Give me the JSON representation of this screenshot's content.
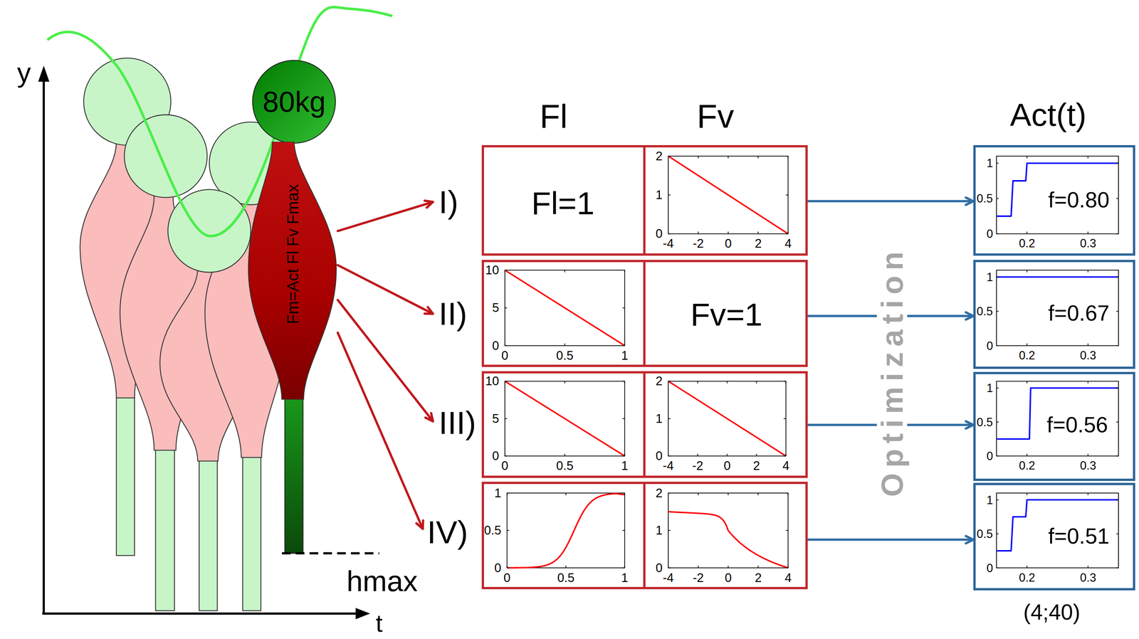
{
  "diagram": {
    "nodes": [
      {
        "text": [
          "80kg"
        ]
      },
      {
        "text": [
          "Fm=Act Fl Fv Fmax"
        ]
      },
      {
        "text": [
          "I)",
          "Fl=1"
        ]
      },
      {
        "text": [
          "II)",
          "Fv=1"
        ]
      },
      {
        "text": [
          "III)"
        ]
      },
      {
        "text": [
          "IV)"
        ]
      },
      {
        "text": [
          "f=0.80"
        ]
      },
      {
        "text": [
          "f=0.67"
        ]
      },
      {
        "text": [
          "f=0.56"
        ]
      },
      {
        "text": [
          "f=0.51"
        ]
      }
    ],
    "edges": [
      {
        "from": 1,
        "to": 2,
        "arrow": "to"
      },
      {
        "from": 1,
        "to": 3,
        "arrow": "to"
      },
      {
        "from": 1,
        "to": 4,
        "arrow": "to"
      },
      {
        "from": 1,
        "to": 5,
        "arrow": "to"
      },
      {
        "from": 2,
        "to": 6,
        "arrow": "to"
      },
      {
        "from": 3,
        "to": 7,
        "arrow": "to"
      },
      {
        "from": 4,
        "to": 8,
        "arrow": "to"
      },
      {
        "from": 5,
        "to": 9,
        "arrow": "to"
      }
    ],
    "labels": [
      "y",
      "t",
      "hmax",
      "Fl",
      "Fv",
      "Act(t)",
      "Optimization",
      "(4;40)",
      "2",
      "1",
      "0",
      "-4",
      "-2",
      "0",
      "2",
      "4",
      "1",
      "0.5",
      "0",
      "0.2",
      "0.3",
      "10",
      "5",
      "0",
      "0",
      "0.5",
      "1",
      "1",
      "0.5",
      "0",
      "0.2",
      "0.3",
      "10",
      "5",
      "0",
      "0",
      "0.5",
      "1",
      "2",
      "1",
      "0",
      "-4",
      "-2",
      "0",
      "2",
      "4",
      "1",
      "0.5",
      "0",
      "0.2",
      "0.3",
      "1",
      "0.5",
      "0",
      "0",
      "0.5",
      "1",
      "2",
      "1",
      "0",
      "-4",
      "-2",
      "0",
      "2",
      "4",
      "1",
      "0.5",
      "0",
      "0.2",
      "0.3"
    ]
  }
}
